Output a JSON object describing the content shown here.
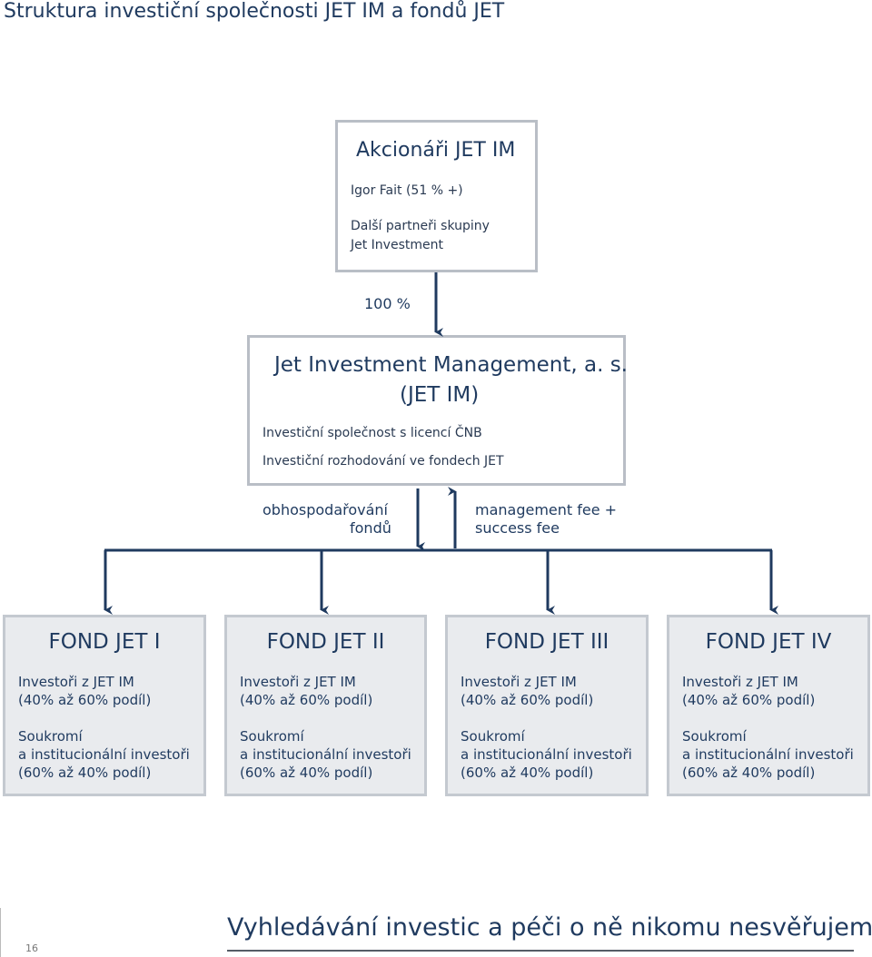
{
  "page_title": "Struktura investiční společnosti JET IM a fondů JET",
  "shareholders": {
    "title": "Akcionáři JET IM",
    "line1": "Igor Fait (51 % +)",
    "line2": "Další partneři skupiny",
    "line3": "Jet Investment"
  },
  "ownership_label": "100 %",
  "jet_im": {
    "title_line1": "Jet Investment Management, a. s.",
    "title_line2": "(JET IM)",
    "line1": "Investiční společnost s licencí ČNB",
    "line2": "Investiční rozhodování ve fondech JET"
  },
  "flow_left": {
    "line1": "obhospodařování",
    "line2": "fondů"
  },
  "flow_right": {
    "line1": "management fee +",
    "line2": "success fee"
  },
  "funds": [
    {
      "name": "FOND JET I",
      "inv1": "Investoři z JET IM",
      "inv2": "(40% až 60% podíl)",
      "p1": "Soukromí",
      "p2": "a institucionální investoři",
      "p3": "(60% až 40% podíl)"
    },
    {
      "name": "FOND JET II",
      "inv1": "Investoři z JET IM",
      "inv2": "(40% až 60% podíl)",
      "p1": "Soukromí",
      "p2": "a institucionální investoři",
      "p3": "(60% až 40% podíl)"
    },
    {
      "name": "FOND JET III",
      "inv1": "Investoři z JET IM",
      "inv2": "(40% až 60% podíl)",
      "p1": "Soukromí",
      "p2": "a institucionální investoři",
      "p3": "(60% až 40% podíl)"
    },
    {
      "name": "FOND JET IV",
      "inv1": "Investoři z JET IM",
      "inv2": "(40% až 60% podíl)",
      "p1": "Soukromí",
      "p2": "a institucionální investoři",
      "p3": "(60% až 40% podíl)"
    }
  ],
  "page_number": "16",
  "tagline": "Vyhledávání investic a péči o ně nikomu nesvěřujeme.",
  "colors": {
    "arrow": "#1f3a5f",
    "box_border": "#b9bec6",
    "fund_bg": "#e9ebee"
  }
}
